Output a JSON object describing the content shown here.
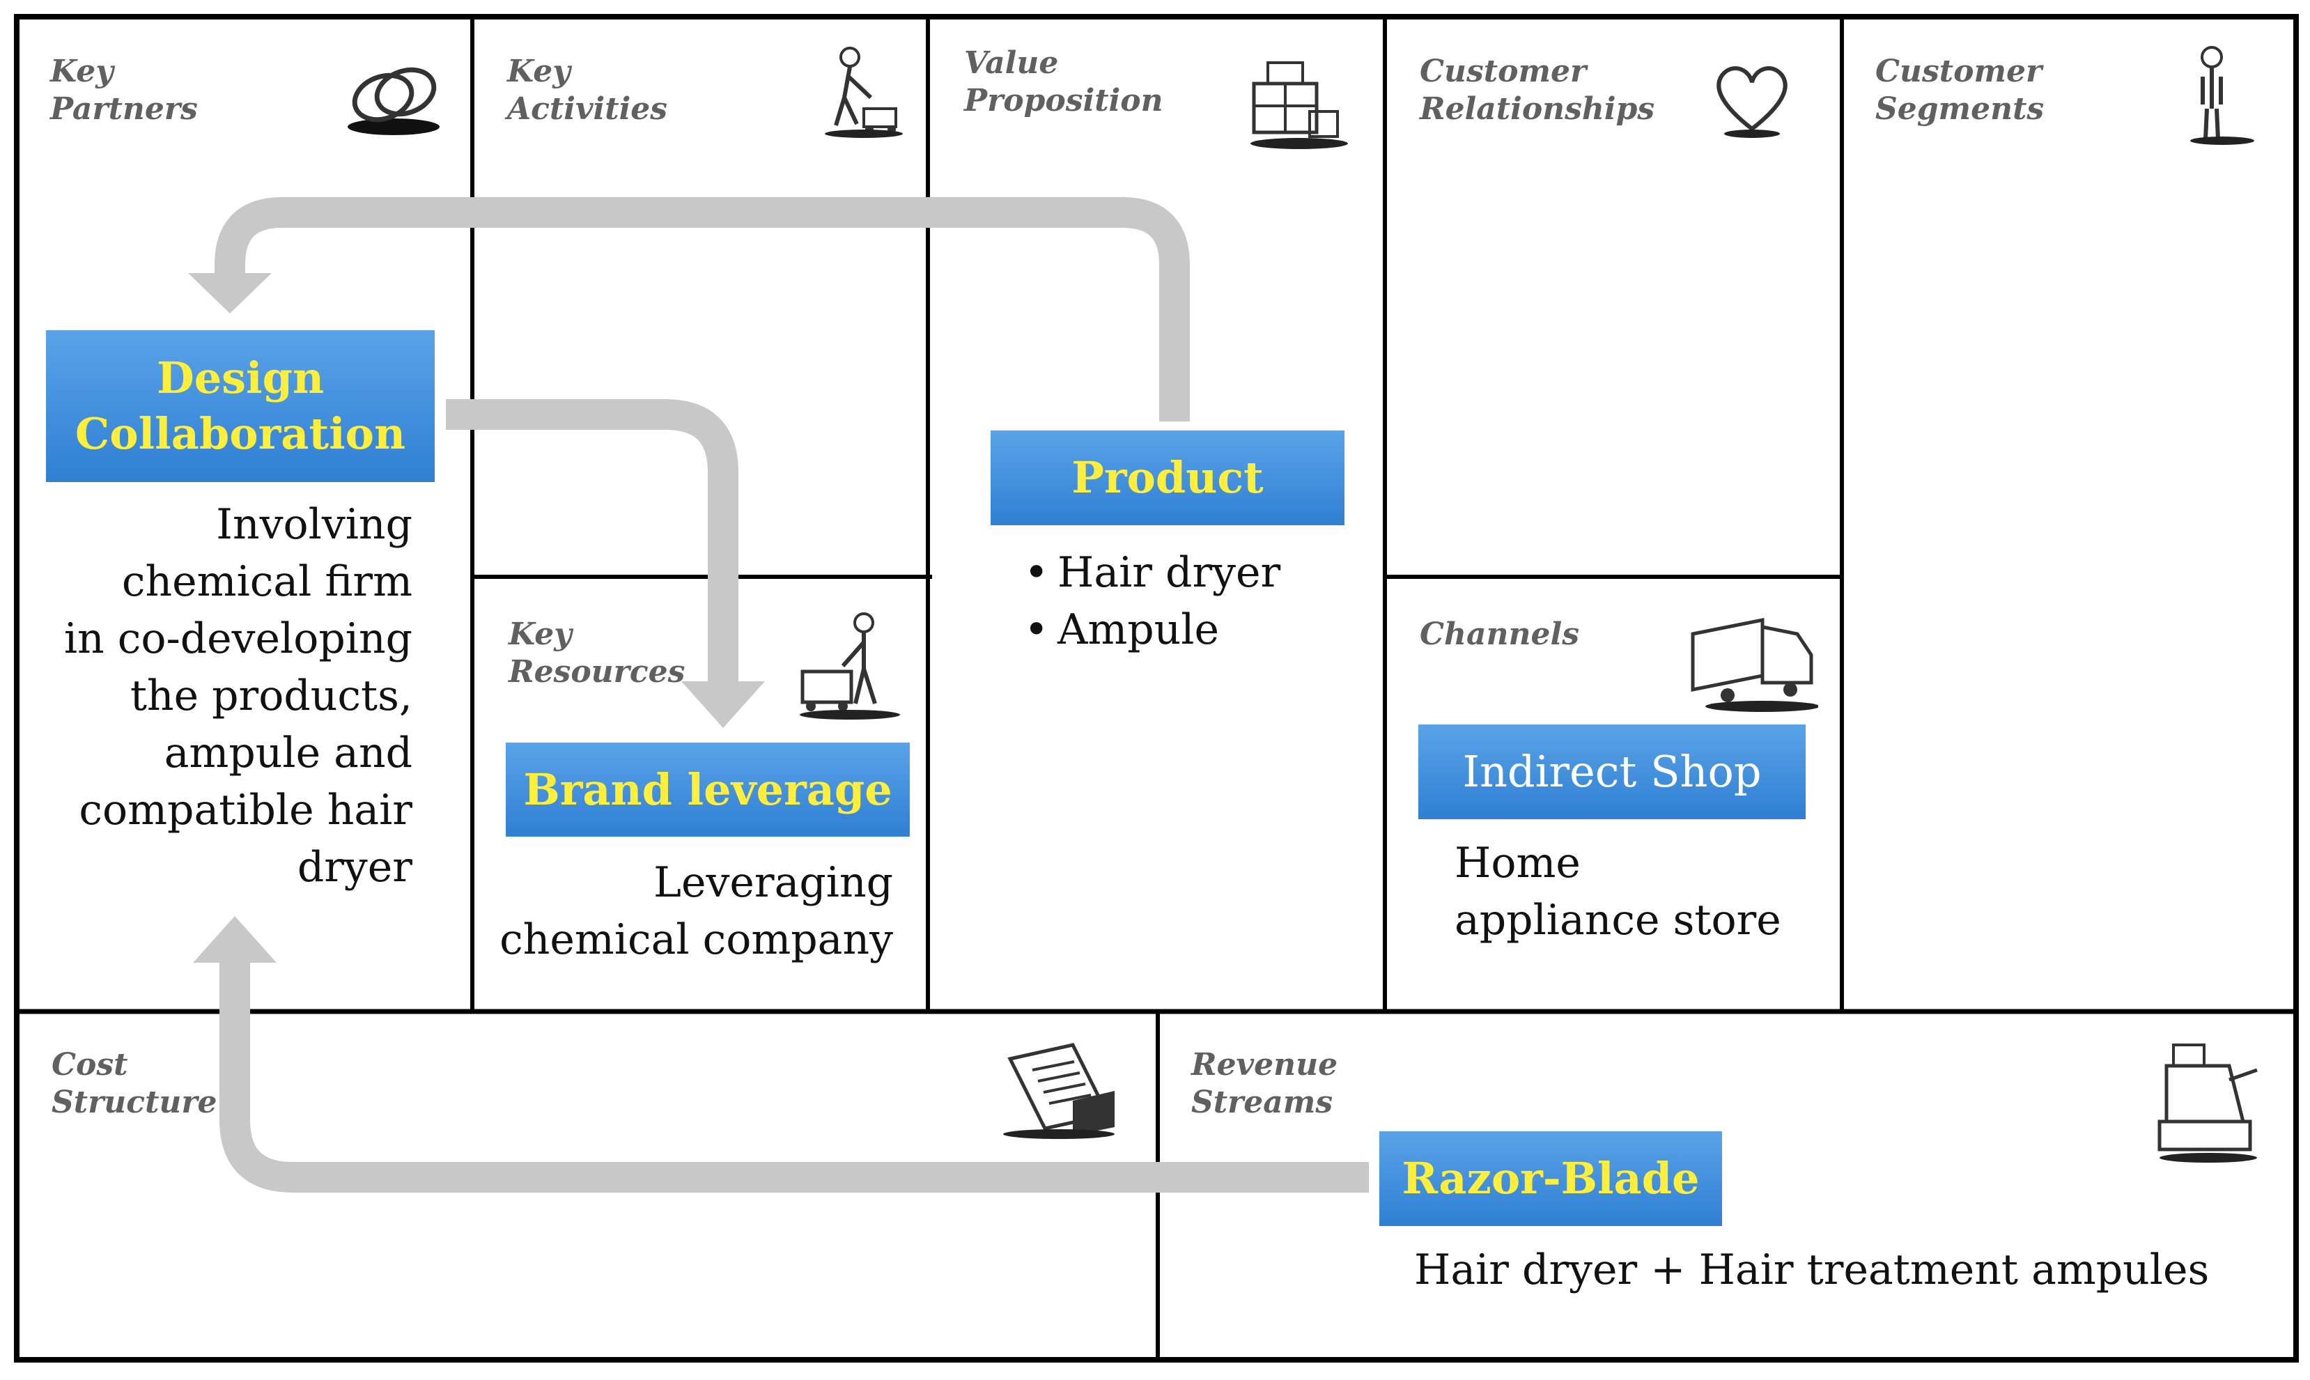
{
  "blocks": {
    "key_partners": "Key\nPartners",
    "key_activities": "Key\nActivities",
    "value_proposition": "Value\nProposition",
    "customer_relationships": "Customer\nRelationships",
    "customer_segments": "Customer\nSegments",
    "key_resources": "Key\nResources",
    "channels": "Channels",
    "cost_structure": "Cost\nStructure",
    "revenue_streams": "Revenue\nStreams"
  },
  "boxes": {
    "design_collaboration": "Design\nCollaboration",
    "brand_leverage": "Brand leverage",
    "product": "Product",
    "indirect_shop": "Indirect Shop",
    "razor_blade": "Razor-Blade"
  },
  "notes": {
    "partners_lines": [
      "Involving",
      "chemical firm",
      "in co-developing",
      "the products,",
      "ampule and",
      "compatible hair",
      "dryer"
    ],
    "resources_lines": [
      "Leveraging",
      "chemical company"
    ],
    "product_items": [
      "Hair dryer",
      "Ampule"
    ],
    "channels_lines": [
      "Home",
      "appliance store"
    ],
    "revenue_line": "Hair dryer + Hair treatment ampules"
  },
  "icons": {
    "key_partners": "interlocking-rings-icon",
    "key_activities": "person-mowing-icon",
    "value_proposition": "gift-boxes-icon",
    "customer_relationships": "heart-icon",
    "customer_segments": "standing-person-icon",
    "key_resources": "person-with-cart-icon",
    "channels": "delivery-truck-icon",
    "cost_structure": "invoice-papers-icon",
    "revenue_streams": "cash-register-icon"
  },
  "colors": {
    "box_fill": "#2f7fd3",
    "box_text": "#ffee3a",
    "arrow": "#cccccc",
    "grid": "#000000"
  }
}
